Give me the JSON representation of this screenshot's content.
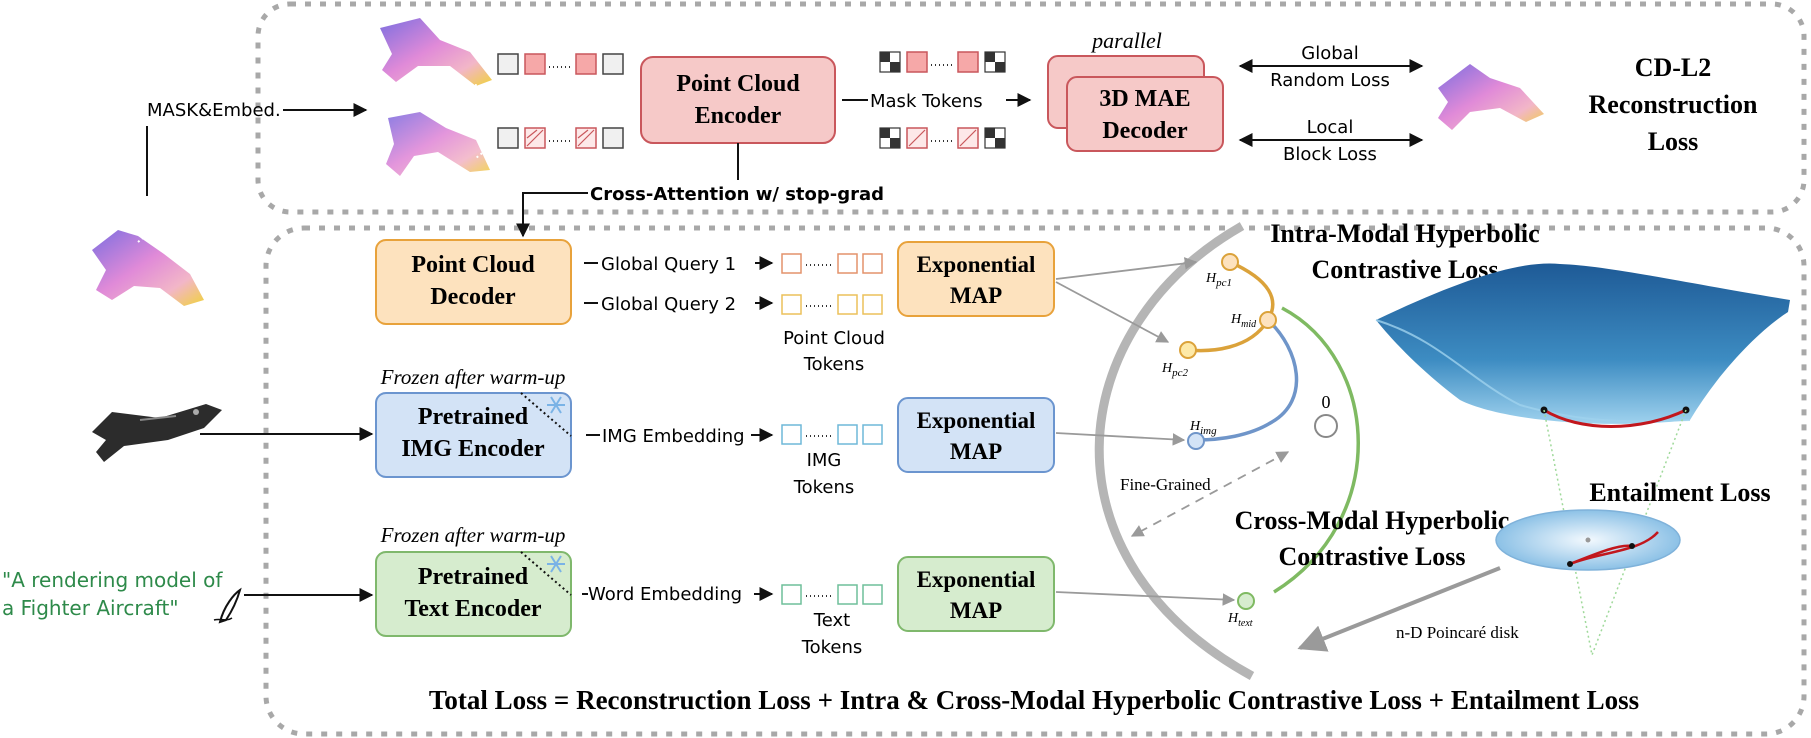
{
  "top": {
    "mask_embed": "MASK&Embed.",
    "encoder_line1": "Point Cloud",
    "encoder_line2": "Encoder",
    "mask_tokens": "Mask Tokens",
    "parallel": "parallel",
    "decoder_line1": "3D MAE",
    "decoder_line2": "Decoder",
    "global_loss_line1": "Global",
    "global_loss_line2": "Random Loss",
    "local_loss_line1": "Local",
    "local_loss_line2": "Block Loss",
    "recon_line1": "CD-L2",
    "recon_line2": "Reconstruction",
    "recon_line3": "Loss",
    "cross_attention": "Cross-Attention w/ stop-grad"
  },
  "pc_branch": {
    "decoder_line1": "Point Cloud",
    "decoder_line2": "Decoder",
    "query1": "Global Query 1",
    "query2": "Global Query 2",
    "tokens_line1": "Point Cloud",
    "tokens_line2": "Tokens",
    "exp_line1": "Exponential",
    "exp_line2": "MAP"
  },
  "img_branch": {
    "frozen": "Frozen after warm-up",
    "enc_line1": "Pretrained",
    "enc_line2": "IMG Encoder",
    "embedding": "IMG Embedding",
    "tokens_line1": "IMG",
    "tokens_line2": "Tokens",
    "exp_line1": "Exponential",
    "exp_line2": "MAP"
  },
  "text_branch": {
    "prompt_line1": "\"A rendering model of",
    "prompt_line2": "a Fighter Aircraft\"",
    "frozen": "Frozen after warm-up",
    "enc_line1": "Pretrained",
    "enc_line2": "Text Encoder",
    "embedding": "Word Embedding",
    "tokens_line1": "Text",
    "tokens_line2": "Tokens",
    "exp_line1": "Exponential",
    "exp_line2": "MAP"
  },
  "hyperbolic": {
    "intra_line1": "Intra-Modal Hyperbolic",
    "intra_line2": "Contrastive Loss",
    "cross_line1": "Cross-Modal Hyperbolic",
    "cross_line2": "Contrastive Loss",
    "fine_grained": "Fine-Grained",
    "origin": "0",
    "entailment": "Entailment Loss",
    "poincare": "n-D Poincaré disk",
    "h_pc1": "pc1",
    "h_pc2": "pc2",
    "h_mid": "mid",
    "h_img": "img",
    "h_text": "text",
    "h_base": "H"
  },
  "total_loss": "Total Loss = Reconstruction Loss + Intra & Cross-Modal Hyperbolic Contrastive Loss + Entailment Loss",
  "colors": {
    "red_fill": "#f6c9c8",
    "red_stroke": "#c9575c",
    "orange_fill": "#fde2be",
    "orange_stroke": "#e8a23b",
    "blue_fill": "#d3e3f6",
    "blue_stroke": "#6b95cf",
    "green_fill": "#d6ecce",
    "green_stroke": "#7fb86c",
    "text_green": "#2e8a4a",
    "arc_gray": "#b5b5b5",
    "arc_orange": "#dba23a",
    "arc_blue": "#6f95c9",
    "arc_green": "#7fba62"
  },
  "icons": [
    "point-cloud-aircraft-icon",
    "fighter-jet-image-icon",
    "snowflake-icon",
    "pen-icon",
    "hyperbolic-surface-icon",
    "poincare-disk-icon"
  ]
}
